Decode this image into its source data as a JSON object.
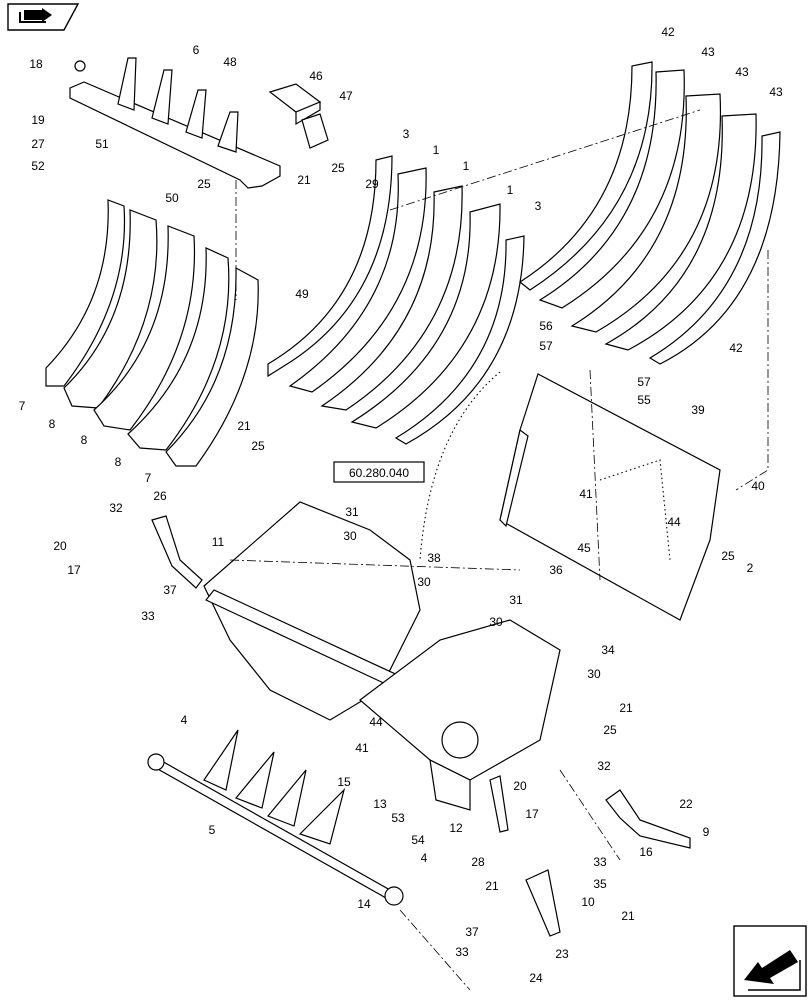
{
  "nav": {
    "top_icon": "book-open-arrow-icon",
    "bottom_icon": "next-page-arrow-icon"
  },
  "reference_box": "60.280.040",
  "callouts": [
    {
      "id": "c1",
      "label": "42"
    },
    {
      "id": "c2",
      "label": "43"
    },
    {
      "id": "c3",
      "label": "43"
    },
    {
      "id": "c4",
      "label": "43"
    },
    {
      "id": "c5",
      "label": "18"
    },
    {
      "id": "c6",
      "label": "6"
    },
    {
      "id": "c7",
      "label": "48"
    },
    {
      "id": "c8",
      "label": "46"
    },
    {
      "id": "c9",
      "label": "47"
    },
    {
      "id": "c10",
      "label": "19"
    },
    {
      "id": "c11",
      "label": "27"
    },
    {
      "id": "c12",
      "label": "52"
    },
    {
      "id": "c13",
      "label": "51"
    },
    {
      "id": "c14",
      "label": "25"
    },
    {
      "id": "c15",
      "label": "50"
    },
    {
      "id": "c16",
      "label": "21"
    },
    {
      "id": "c17",
      "label": "25"
    },
    {
      "id": "c18",
      "label": "3"
    },
    {
      "id": "c19",
      "label": "1"
    },
    {
      "id": "c20",
      "label": "29"
    },
    {
      "id": "c21",
      "label": "1"
    },
    {
      "id": "c22",
      "label": "1"
    },
    {
      "id": "c23",
      "label": "3"
    },
    {
      "id": "c24",
      "label": "49"
    },
    {
      "id": "c25",
      "label": "56"
    },
    {
      "id": "c26",
      "label": "57"
    },
    {
      "id": "c27",
      "label": "42"
    },
    {
      "id": "c28",
      "label": "57"
    },
    {
      "id": "c29",
      "label": "55"
    },
    {
      "id": "c30",
      "label": "39"
    },
    {
      "id": "c31",
      "label": "7"
    },
    {
      "id": "c32",
      "label": "8"
    },
    {
      "id": "c33",
      "label": "8"
    },
    {
      "id": "c34",
      "label": "8"
    },
    {
      "id": "c35",
      "label": "21"
    },
    {
      "id": "c36",
      "label": "25"
    },
    {
      "id": "c37",
      "label": "7"
    },
    {
      "id": "c38",
      "label": "26"
    },
    {
      "id": "c39",
      "label": "40"
    },
    {
      "id": "c40",
      "label": "41"
    },
    {
      "id": "c41",
      "label": "44"
    },
    {
      "id": "c42",
      "label": "45"
    },
    {
      "id": "c43",
      "label": "36"
    },
    {
      "id": "c44",
      "label": "31"
    },
    {
      "id": "c45",
      "label": "30"
    },
    {
      "id": "c46",
      "label": "38"
    },
    {
      "id": "c47",
      "label": "30"
    },
    {
      "id": "c48",
      "label": "32"
    },
    {
      "id": "c49",
      "label": "20"
    },
    {
      "id": "c50",
      "label": "11"
    },
    {
      "id": "c51",
      "label": "17"
    },
    {
      "id": "c52",
      "label": "37"
    },
    {
      "id": "c53",
      "label": "33"
    },
    {
      "id": "c54",
      "label": "25"
    },
    {
      "id": "c55",
      "label": "2"
    },
    {
      "id": "c56",
      "label": "31"
    },
    {
      "id": "c57",
      "label": "30"
    },
    {
      "id": "c58",
      "label": "34"
    },
    {
      "id": "c59",
      "label": "30"
    },
    {
      "id": "c60",
      "label": "21"
    },
    {
      "id": "c61",
      "label": "25"
    },
    {
      "id": "c62",
      "label": "44"
    },
    {
      "id": "c63",
      "label": "41"
    },
    {
      "id": "c64",
      "label": "4"
    },
    {
      "id": "c65",
      "label": "15"
    },
    {
      "id": "c66",
      "label": "13"
    },
    {
      "id": "c67",
      "label": "53"
    },
    {
      "id": "c68",
      "label": "54"
    },
    {
      "id": "c69",
      "label": "5"
    },
    {
      "id": "c70",
      "label": "12"
    },
    {
      "id": "c71",
      "label": "4"
    },
    {
      "id": "c72",
      "label": "14"
    },
    {
      "id": "c73",
      "label": "32"
    },
    {
      "id": "c74",
      "label": "20"
    },
    {
      "id": "c75",
      "label": "22"
    },
    {
      "id": "c76",
      "label": "17"
    },
    {
      "id": "c77",
      "label": "9"
    },
    {
      "id": "c78",
      "label": "28"
    },
    {
      "id": "c79",
      "label": "16"
    },
    {
      "id": "c80",
      "label": "33"
    },
    {
      "id": "c81",
      "label": "21"
    },
    {
      "id": "c82",
      "label": "35"
    },
    {
      "id": "c83",
      "label": "10"
    },
    {
      "id": "c84",
      "label": "37"
    },
    {
      "id": "c85",
      "label": "21"
    },
    {
      "id": "c86",
      "label": "33"
    },
    {
      "id": "c87",
      "label": "23"
    },
    {
      "id": "c88",
      "label": "24"
    }
  ]
}
